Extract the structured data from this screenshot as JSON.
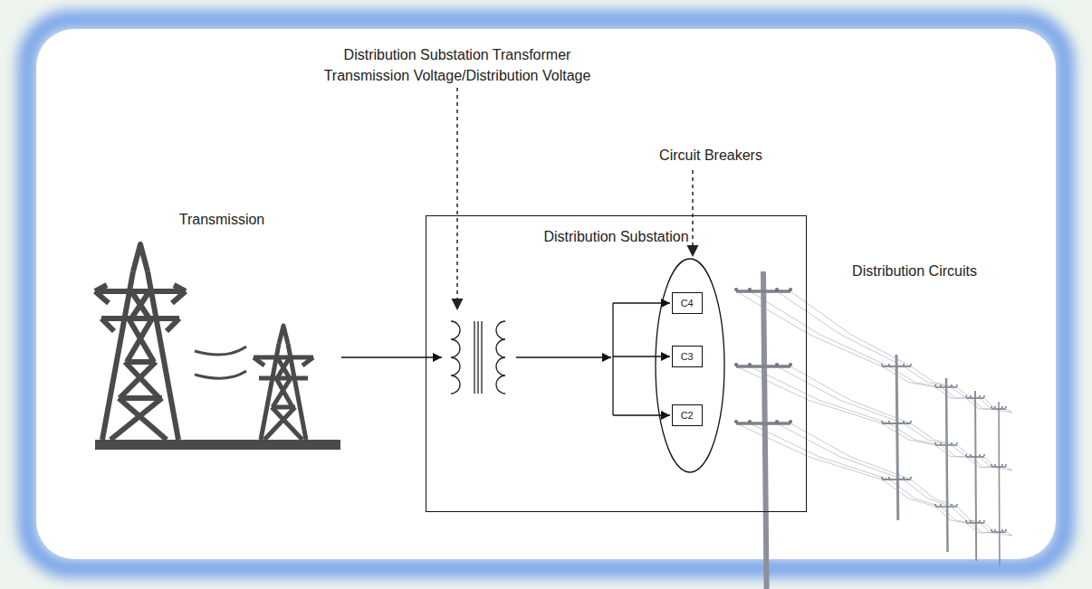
{
  "diagram": {
    "nodes": [
      {
        "text": [
          "Distribution Substation"
        ]
      },
      {
        "text": [
          "C4"
        ],
        "in": 0
      },
      {
        "text": [
          "C3"
        ],
        "in": 0
      },
      {
        "text": [
          "C2"
        ],
        "in": 0
      }
    ],
    "labels": [
      "Distribution Substation Transformer",
      "Transmission Voltage/Distribution Voltage",
      "Circuit Breakers",
      "Transmission",
      "Distribution Circuits"
    ]
  }
}
